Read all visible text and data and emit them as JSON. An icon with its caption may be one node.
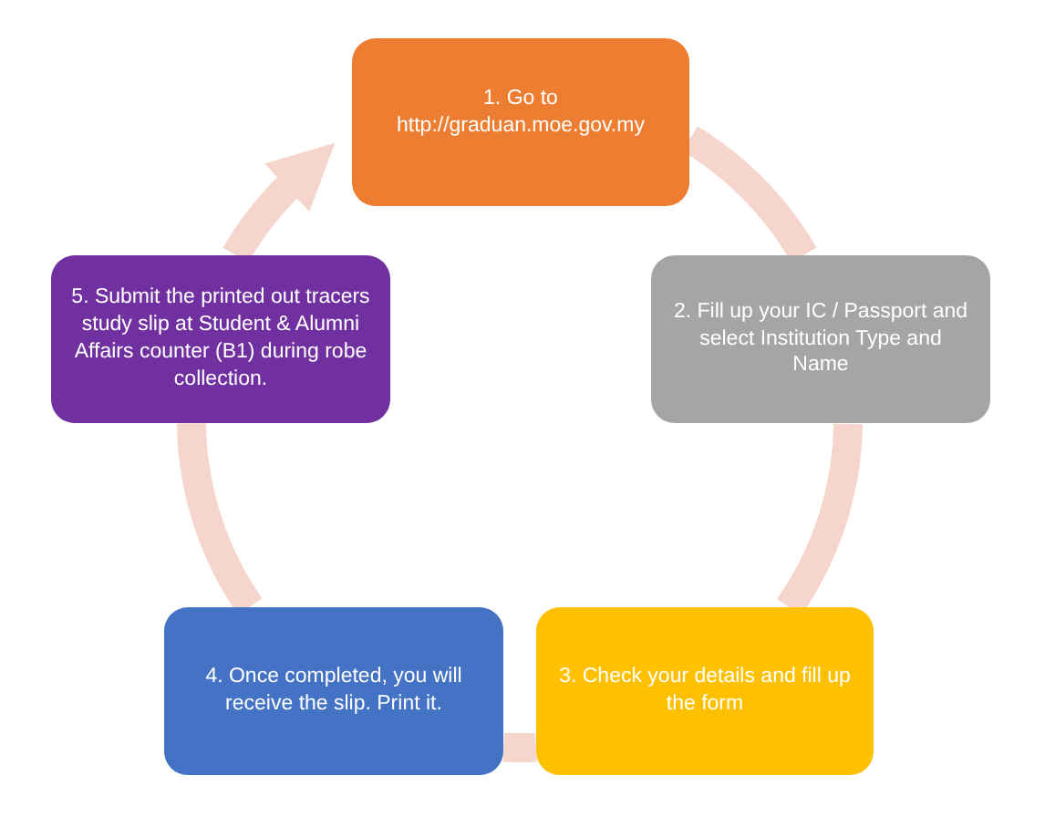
{
  "diagram": {
    "nodes": [
      {
        "text": [
          "1. Go to http://graduan.moe.gov.my"
        ]
      },
      {
        "text": [
          "2. Fill up your IC / Passport and select Institution Type and Name"
        ]
      },
      {
        "text": [
          "3. Check your details and fill up the  form"
        ]
      },
      {
        "text": [
          "4. Once completed, you will receive the slip. Print it."
        ]
      },
      {
        "text": [
          "5.  Submit the printed out tracers study slip at Student & Alumni Affairs counter (B1) during robe collection."
        ]
      }
    ],
    "edges": [
      {
        "from": 0,
        "to": 1,
        "arrow": "none"
      },
      {
        "from": 1,
        "to": 2,
        "arrow": "none"
      },
      {
        "from": 2,
        "to": 3,
        "arrow": "none"
      },
      {
        "from": 3,
        "to": 4,
        "arrow": "none"
      },
      {
        "from": 4,
        "to": 0,
        "arrow": "to"
      }
    ]
  }
}
